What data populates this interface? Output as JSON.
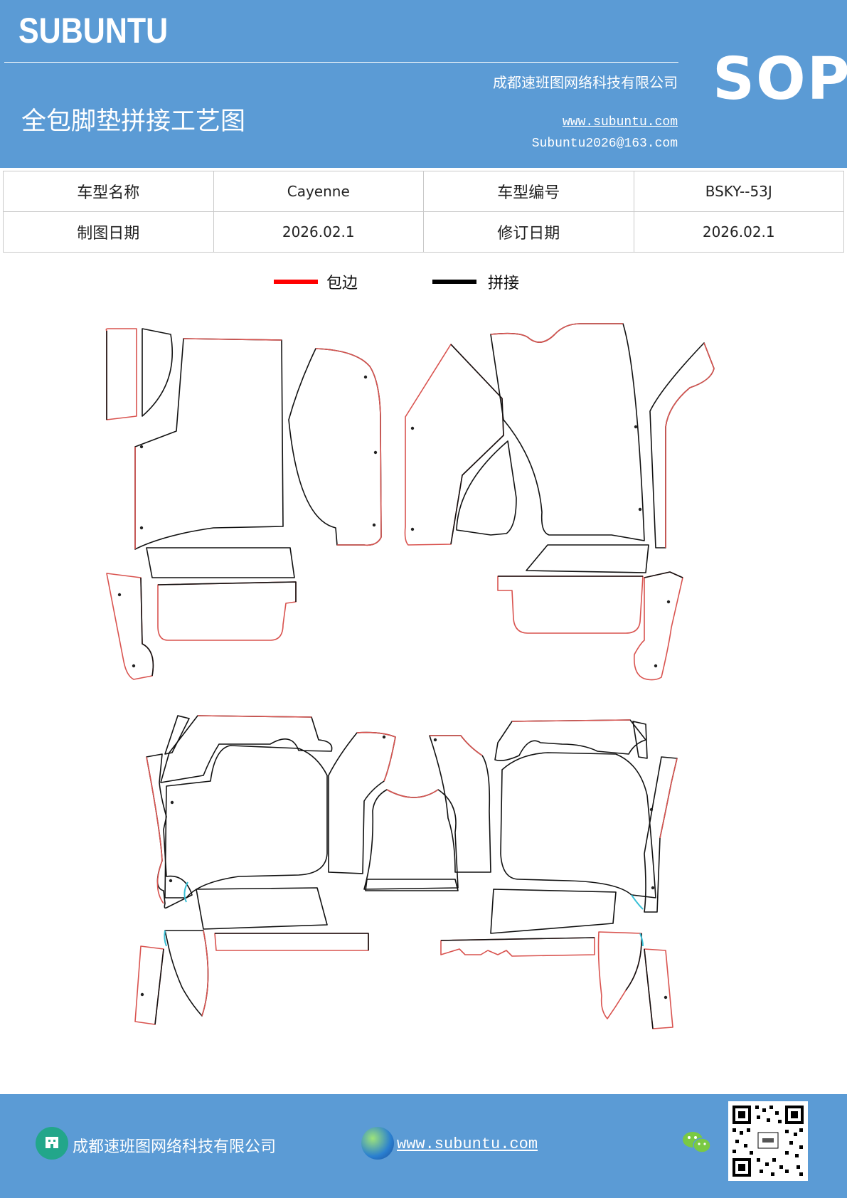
{
  "header": {
    "brand": "SUBUNTU",
    "company": "成都速班图网络科技有限公司",
    "title": "全包脚垫拼接工艺图",
    "website": "www.subuntu.com",
    "email": "Subuntu2026@163.com",
    "badge": "SOP"
  },
  "info_table": {
    "rows": [
      [
        {
          "label": "车型名称"
        },
        {
          "value": "Cayenne"
        },
        {
          "label": "车型编号"
        },
        {
          "value": "BSKY--53J"
        }
      ],
      [
        {
          "label": "制图日期"
        },
        {
          "value": "2026.02.1"
        },
        {
          "label": "修订日期"
        },
        {
          "value": "2026.02.1"
        }
      ]
    ]
  },
  "legend": [
    {
      "label": "包边",
      "color": "#ff0000"
    },
    {
      "label": "拼接",
      "color": "#000000"
    }
  ],
  "colors": {
    "edge": "#d9534f",
    "seam": "#111111",
    "accent": "#5b9bd5",
    "highlight": "#39c0d6"
  },
  "footer": {
    "company": "成都速班图网络科技有限公司",
    "website": "www.subuntu.com",
    "company_icon": "building-icon",
    "web_icon": "globe-icon",
    "chat_icon": "wechat-icon",
    "qr_icon": "qr-code-icon"
  }
}
